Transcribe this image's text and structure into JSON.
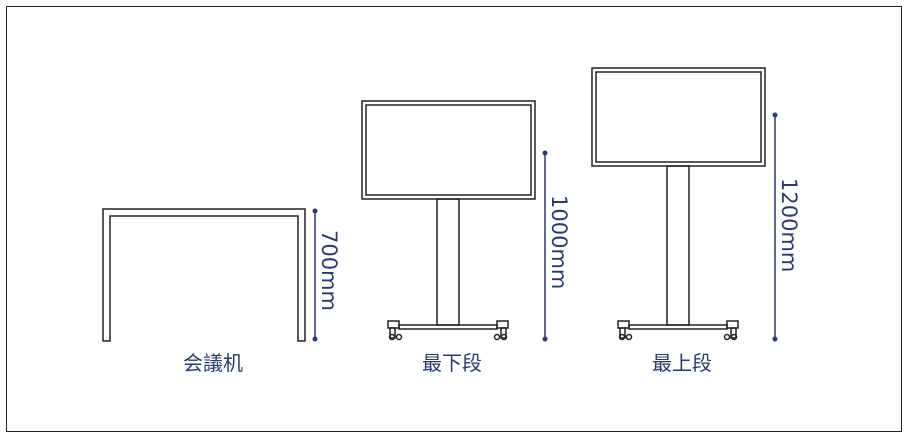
{
  "colors": {
    "line": "#222222",
    "accent": "#2a3a6e",
    "background": "#ffffff"
  },
  "diagrams": [
    {
      "id": "table",
      "caption": "会議机",
      "dimension": "700mm"
    },
    {
      "id": "lowest",
      "caption": "最下段",
      "dimension": "1000mm"
    },
    {
      "id": "highest",
      "caption": "最上段",
      "dimension": "1200mm"
    }
  ]
}
